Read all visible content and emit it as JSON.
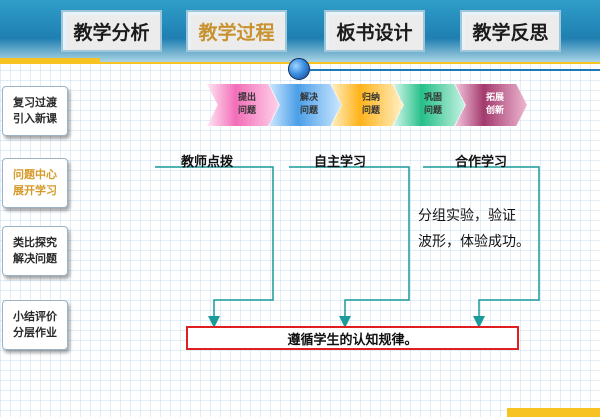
{
  "tabs": [
    {
      "label": "教学分析",
      "active": false
    },
    {
      "label": "教学过程",
      "active": true
    },
    {
      "label": "板书设计",
      "active": false
    },
    {
      "label": "教学反思",
      "active": false
    }
  ],
  "sidebar": {
    "items": [
      {
        "line1": "复习过渡",
        "line2": "引入新课",
        "active": false
      },
      {
        "line1": "问题中心",
        "line2": "展开学习",
        "active": true
      },
      {
        "line1": "类比探究",
        "line2": "解决问题",
        "active": false
      },
      {
        "line1": "小结评价",
        "line2": "分层作业",
        "active": false
      }
    ]
  },
  "steps": [
    {
      "line1": "提出",
      "line2": "问题"
    },
    {
      "line1": "解决",
      "line2": "问题"
    },
    {
      "line1": "归纳",
      "line2": "问题"
    },
    {
      "line1": "巩固",
      "line2": "问题"
    },
    {
      "line1": "拓展",
      "line2": "创新"
    }
  ],
  "columns": {
    "teacher": "教师点拨",
    "self_study": "自主学习",
    "coop_study": "合作学习"
  },
  "coop_note": {
    "line1": "分组实验，验证",
    "line2": "波形，体验成功。"
  },
  "result": "遵循学生的认知规律。",
  "colors": {
    "accent_yellow": "#f6c322",
    "band_blue": "#1f7fb1",
    "connector_teal": "#1a9a9a",
    "result_border": "#e02020",
    "active_text": "#c7922f"
  }
}
